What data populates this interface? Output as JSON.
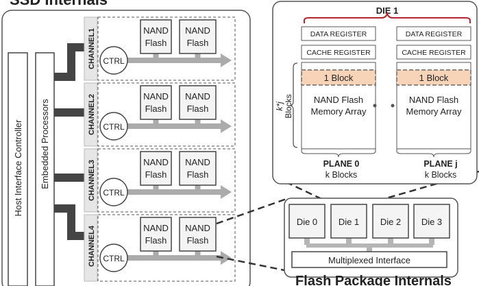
{
  "ssd": {
    "title": "SSD Internals",
    "host_controller": "Host Interface Controller",
    "embedded_processors": "Embedded Processors",
    "ctrl_label": "CTRL",
    "nand_line1": "NAND",
    "nand_line2": "Flash",
    "channels": [
      "CHANNEL1",
      "CHANNEL2",
      "CHANNEL3",
      "CHANNEL4"
    ]
  },
  "die": {
    "title": "DIE 1",
    "data_register": "DATA REGISTER",
    "cache_register": "CACHE REGISTER",
    "block_label": "1 Block",
    "array_line1": "NAND Flash",
    "array_line2": "Memory Array",
    "side_label_top": "k*j",
    "side_label_bottom": "Blocks",
    "planes": [
      {
        "name": "PLANE 0",
        "blocks": "k Blocks"
      },
      {
        "name": "PLANE j",
        "blocks": "k Blocks"
      }
    ],
    "block_color": "#f7d3b8",
    "brace_color": "#b0282c"
  },
  "package": {
    "title": "Flash Package Internals",
    "dies": [
      "Die 0",
      "Die 1",
      "Die 2",
      "Die 3"
    ],
    "interface": "Multiplexed Interface"
  }
}
